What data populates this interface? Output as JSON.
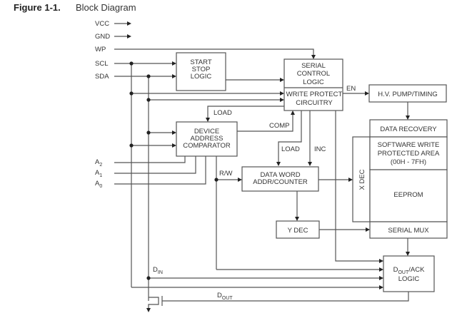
{
  "figure": {
    "number": "Figure 1-1.",
    "title": "Block Diagram"
  },
  "pins": {
    "vcc": "VCC",
    "gnd": "GND",
    "wp": "WP",
    "scl": "SCL",
    "sda": "SDA",
    "a2": {
      "base": "A",
      "sub": "2"
    },
    "a1": {
      "base": "A",
      "sub": "1"
    },
    "a0": {
      "base": "A",
      "sub": "0"
    }
  },
  "blocks": {
    "start_stop": [
      "START",
      "STOP",
      "LOGIC"
    ],
    "serial_control": [
      "SERIAL",
      "CONTROL",
      "LOGIC"
    ],
    "write_protect": [
      "WRITE PROTECT",
      "CIRCUITRY"
    ],
    "hv_pump": "H.V. PUMP/TIMING",
    "data_recovery": "DATA RECOVERY",
    "sw_protected": [
      "SOFTWARE WRITE",
      "PROTECTED AREA",
      "(00H - 7FH)"
    ],
    "eeprom": "EEPROM",
    "serial_mux": "SERIAL MUX",
    "x_dec": "X DEC",
    "device_addr": [
      "DEVICE",
      "ADDRESS",
      "COMPARATOR"
    ],
    "data_word": [
      "DATA WORD",
      "ADDR/COUNTER"
    ],
    "y_dec": "Y DEC",
    "dout_ack": {
      "base": "D",
      "sub": "OUT",
      "rest": "/ACK",
      "line2": "LOGIC"
    }
  },
  "signals": {
    "en": "EN",
    "load_top": "LOAD",
    "comp": "COMP",
    "load_mid": "LOAD",
    "inc": "INC",
    "rw": "R/W",
    "din": {
      "base": "D",
      "sub": "IN"
    },
    "dout": {
      "base": "D",
      "sub": "OUT"
    }
  }
}
